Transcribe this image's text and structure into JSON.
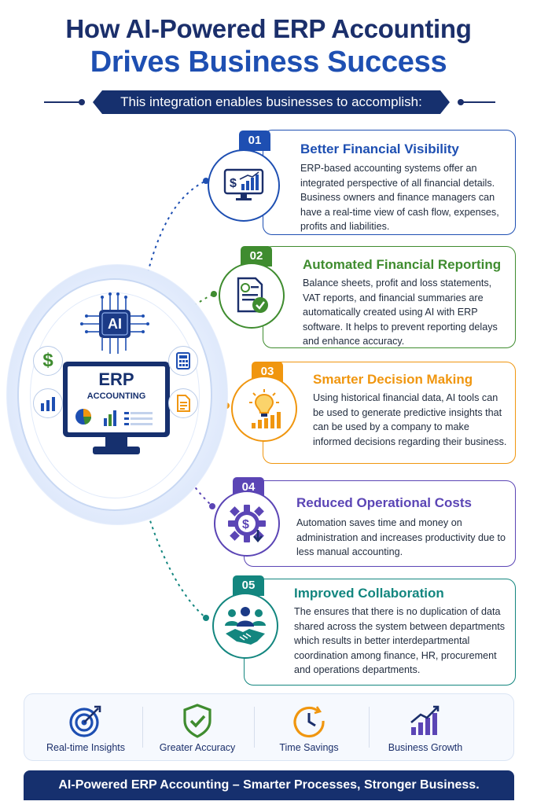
{
  "title": {
    "line1": "How AI-Powered ERP Accounting",
    "line2": "Drives Business Success"
  },
  "subtitle": "This integration enables businesses to accomplish:",
  "hub": {
    "chip": "AI",
    "monitor_title": "ERP",
    "monitor_subtitle": "ACCOUNTING"
  },
  "items": [
    {
      "num": "01",
      "title": "Better Financial Visibility",
      "text": "ERP-based accounting systems offer an integrated perspective of all financial details. Business owners and finance managers can have a real-time view of cash flow, expenses, profits and liabilities.",
      "color": "#1e4fb2",
      "icon": "dollar-chart-monitor-icon"
    },
    {
      "num": "02",
      "title": "Automated Financial Reporting",
      "text": "Balance sheets, profit and loss statements, VAT reports, and financial summaries are automatically created using AI with ERP software. It helps to prevent reporting delays and enhance accuracy.",
      "color": "#3f8c2f",
      "icon": "report-check-icon"
    },
    {
      "num": "03",
      "title": "Smarter Decision Making",
      "text": "Using historical financial data, AI tools can be used to generate predictive insights that can be used by a company to make informed decisions regarding their business.",
      "color": "#f0960f",
      "icon": "lightbulb-growth-icon"
    },
    {
      "num": "04",
      "title": "Reduced Operational Costs",
      "text": "Automation saves time and money on administration and increases productivity due to less manual accounting.",
      "color": "#5b45b5",
      "icon": "gear-dollar-icon"
    },
    {
      "num": "05",
      "title": "Improved Collaboration",
      "text": "The ensures that there is no duplication of data shared across the system between departments which results in better interdepartmental coordination among finance, HR, procurement and operations departments.",
      "color": "#13867f",
      "icon": "team-handshake-icon"
    }
  ],
  "features": [
    {
      "label": "Real-time Insights",
      "icon": "target-icon",
      "color": "#1e4fb2"
    },
    {
      "label": "Greater Accuracy",
      "icon": "shield-check-icon",
      "color": "#3f8c2f"
    },
    {
      "label": "Time Savings",
      "icon": "clock-icon",
      "color": "#f0960f"
    },
    {
      "label": "Business Growth",
      "icon": "growth-chart-icon",
      "color": "#5b45b5"
    }
  ],
  "footer": "AI-Powered ERP Accounting – Smarter Processes, Stronger Business."
}
